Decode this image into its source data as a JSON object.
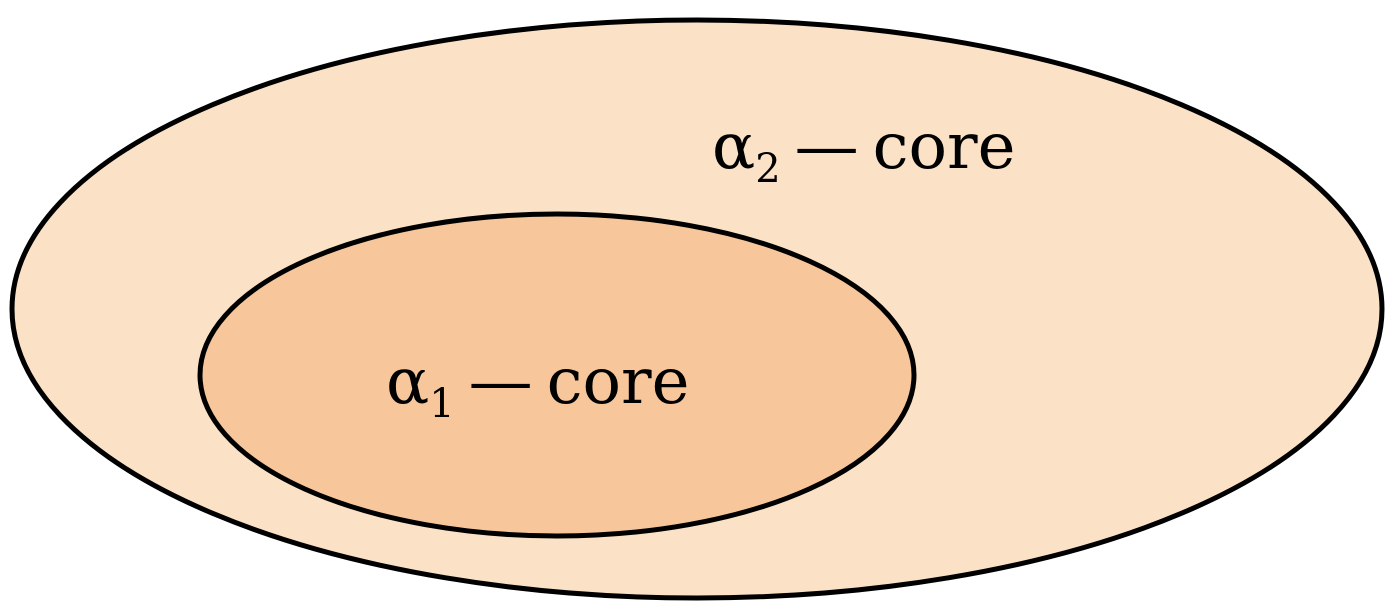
{
  "diagram": {
    "outer_set": {
      "symbol": "α",
      "subscript": "2",
      "separator": "—",
      "word": "core",
      "fill": "#fbe2c6",
      "stroke": "#000000"
    },
    "inner_set": {
      "symbol": "α",
      "subscript": "1",
      "separator": "—",
      "word": "core",
      "fill": "#f7c79b",
      "stroke": "#000000"
    }
  }
}
